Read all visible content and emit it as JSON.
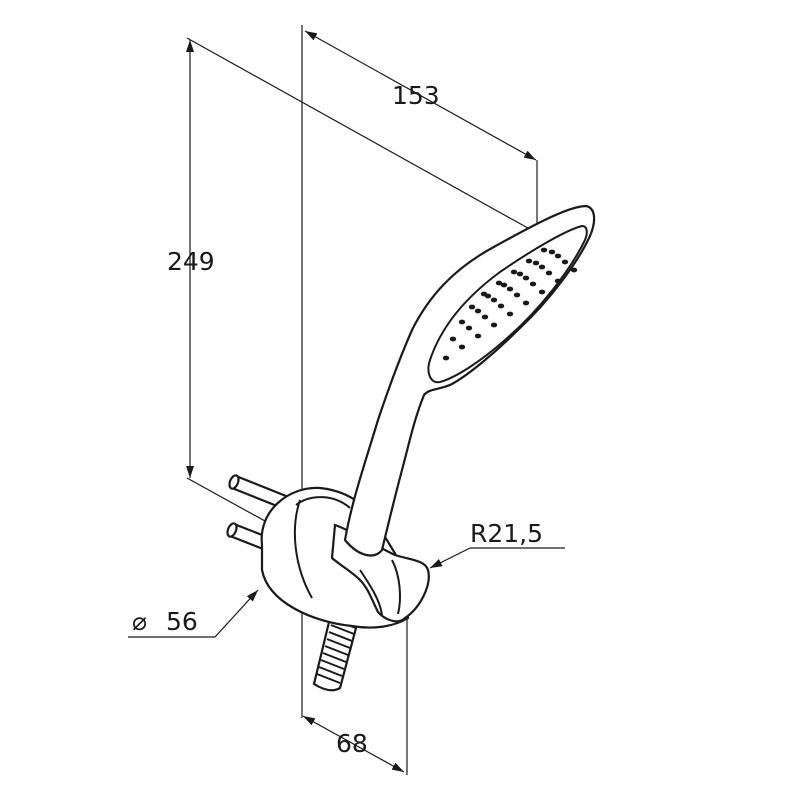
{
  "diagram": {
    "dimensions": {
      "width_top": "153",
      "height": "249",
      "radius": "R21,5",
      "diameter": "56",
      "diameter_symbol": "⌀",
      "depth": "68"
    },
    "colors": {
      "line": "#1a1a1a",
      "background": "#ffffff"
    }
  }
}
